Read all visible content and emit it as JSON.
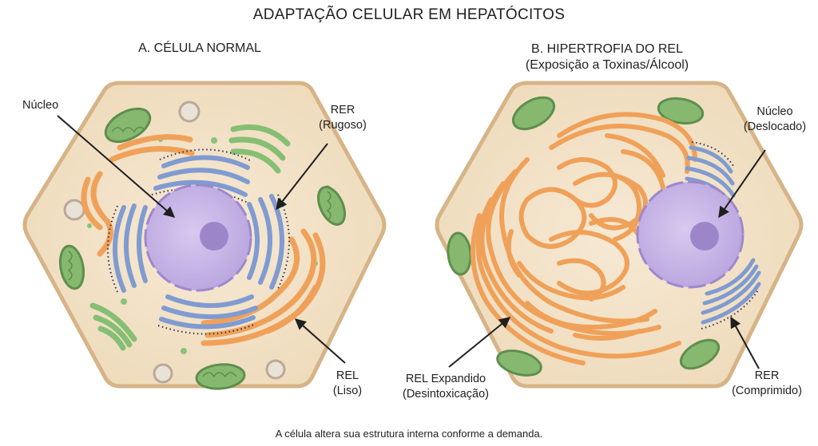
{
  "title": "ADAPTAÇÃO CELULAR EM HEPATÓCITOS",
  "panel_a": {
    "title": "A. CÉLULA NORMAL",
    "labels": {
      "nucleus": "Núcleo",
      "rer": "RER",
      "rer_sub": "(Rugoso)",
      "sel": "REL",
      "sel_sub": "(Liso)"
    }
  },
  "panel_b": {
    "title": "B. HIPERTROFIA DO REL",
    "subtitle": "(Exposição a Toxinas/Álcool)",
    "labels": {
      "nucleus": "Núcleo",
      "nucleus_sub": "(Deslocado)",
      "sel": "REL Expandido",
      "sel_sub": "(Desintoxicação)",
      "rer": "RER",
      "rer_sub": "(Comprimido)"
    }
  },
  "caption": "A célula altera sua estrutura interna conforme a demanda.",
  "colors": {
    "cytoplasm": "#f2e2c9",
    "membrane": "#d9b98f",
    "nucleus": "#c7b6e6",
    "nucleolus": "#9c86c9",
    "rer": "#7f9bd1",
    "sel": "#f0a159",
    "mitochondria": "#86b86f",
    "golgi": "#8cc07a"
  }
}
